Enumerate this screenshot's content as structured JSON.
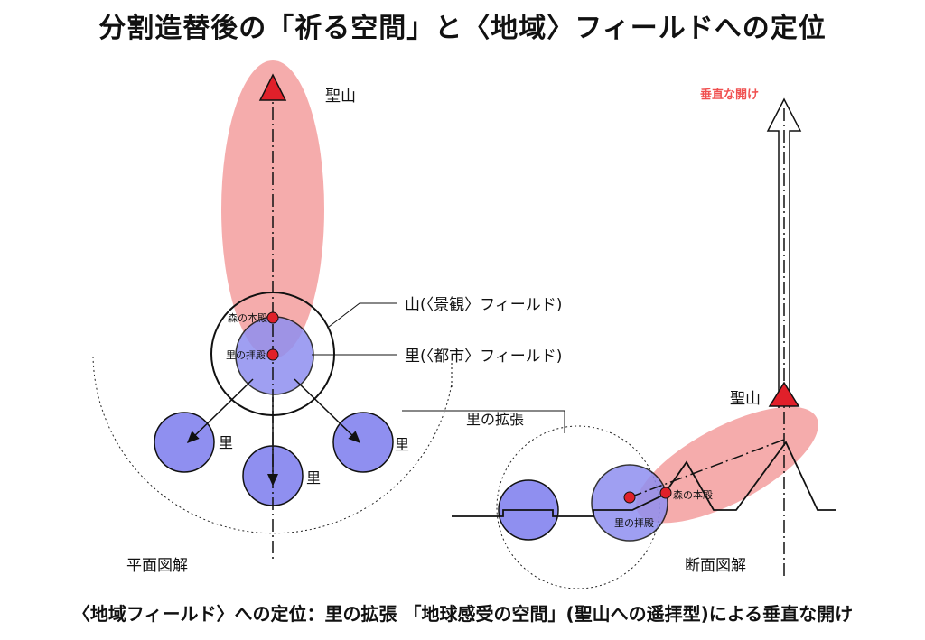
{
  "title": "分割造替後の「祈る空間」と〈地域〉フィールドへの定位",
  "caption": "〈地域フィールド〉への定位：里の拡張 「地球感受の空間」(聖山への遥拝型)による垂直な開け",
  "plan": {
    "label": "平面図解",
    "sacred_mountain": "聖山",
    "mountain_field": "山(〈景観〉フィールド)",
    "village_field": "里(〈都市〉フィールド)",
    "forest_shrine": "森の本殿",
    "village_hall": "里の拝殿",
    "villages": [
      "里",
      "里",
      "里"
    ]
  },
  "section": {
    "label": "断面図解",
    "sacred_mountain": "聖山",
    "vertical_opening": "垂直な開け",
    "village_expansion": "里の拡張",
    "forest_shrine": "森の本殿",
    "village_hall": "里の拝殿"
  },
  "colors": {
    "pink": "#f4a3a3",
    "blue": "#8f8ff0",
    "red": "#e0202a",
    "label_red": "#f05050"
  }
}
